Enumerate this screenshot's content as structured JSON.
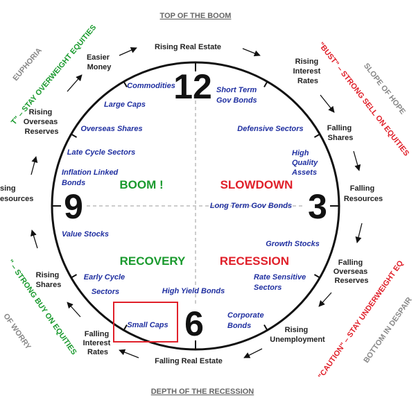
{
  "edges": {
    "top": "TOP OF THE BOOM",
    "bottom": "DEPTH OF THE RECESSION"
  },
  "clock_numbers": {
    "twelve": "12",
    "three": "3",
    "six": "6",
    "nine": "9"
  },
  "quadrants": {
    "boom": {
      "label": "BOOM !",
      "color": "#1a9a2e"
    },
    "slowdown": {
      "label": "SLOWDOWN",
      "color": "#e0202a"
    },
    "recovery": {
      "label": "RECOVERY",
      "color": "#1a9a2e"
    },
    "recession": {
      "label": "RECESSION",
      "color": "#e0202a"
    }
  },
  "cycle": {
    "rising_real_estate": "Rising Real Estate",
    "rising_interest_rates": [
      "Rising",
      "Interest",
      "Rates"
    ],
    "falling_shares": [
      "Falling",
      "Shares"
    ],
    "falling_resources": [
      "Falling",
      "Resources"
    ],
    "falling_overseas_reserves": [
      "Falling",
      "Overseas",
      "Reserves"
    ],
    "rising_unemployment": [
      "Rising",
      "Unemployment"
    ],
    "falling_real_estate": "Falling Real Estate",
    "falling_interest_rates": [
      "Falling",
      "Interest",
      "Rates"
    ],
    "rising_shares": [
      "Rising",
      "Shares"
    ],
    "rising_resources": [
      "sing",
      "esources"
    ],
    "rising_overseas_reserves": [
      "Rising",
      "Overseas",
      "Reserves"
    ],
    "easier_money": [
      "Easier",
      "Money"
    ]
  },
  "assets": {
    "commodities": "Commodities",
    "large_caps": "Large Caps",
    "overseas_shares": "Overseas Shares",
    "late_cycle_sectors": "Late Cycle Sectors",
    "inflation_linked_bonds": [
      "Inflation Linked",
      "Bonds"
    ],
    "value_stocks": "Value Stocks",
    "early_cycle_sectors": [
      "Early Cycle",
      "Sectors"
    ],
    "small_caps": "Small Caps",
    "high_yield_bonds": "High Yield Bonds",
    "short_term_gov_bonds": [
      "Short Term",
      "Gov Bonds"
    ],
    "defensive_sectors": "Defensive Sectors",
    "high_quality_assets": [
      "High",
      "Quality",
      "Assets"
    ],
    "long_term_gov_bonds": "Long Term Gov Bonds",
    "growth_stocks": "Growth Stocks",
    "rate_sensitive_sectors": [
      "Rate Sensitive",
      "Sectors"
    ],
    "corporate_bonds": [
      "Corporate",
      "Bonds"
    ]
  },
  "diagonals": {
    "euphoria": {
      "text": "EUPHORIA",
      "color": "#888888"
    },
    "stay_overweight": {
      "text": "T\" – STAY OVERWEIGHT EQUITIES",
      "color": "#1a9a2e"
    },
    "bust": {
      "text": "\"BUST\" – STRONG SELL ON EQUITIES",
      "color": "#e0202a"
    },
    "slope_of_hope": {
      "text": "SLOPE OF HOPE",
      "color": "#888888"
    },
    "strong_buy": {
      "text": "\" – STRONG BUY ON EQUITIES",
      "color": "#1a9a2e"
    },
    "wall_of_worry": {
      "text": "OF WORRY",
      "color": "#888888"
    },
    "caution": {
      "text": "\"CAUTION\" – STAY UNDERWEIGHT EQ",
      "color": "#e0202a"
    },
    "bottom_in_despair": {
      "text": "BOTTOM IN DESPAIR",
      "color": "#888888"
    }
  },
  "highlight_color": "#e0202a"
}
